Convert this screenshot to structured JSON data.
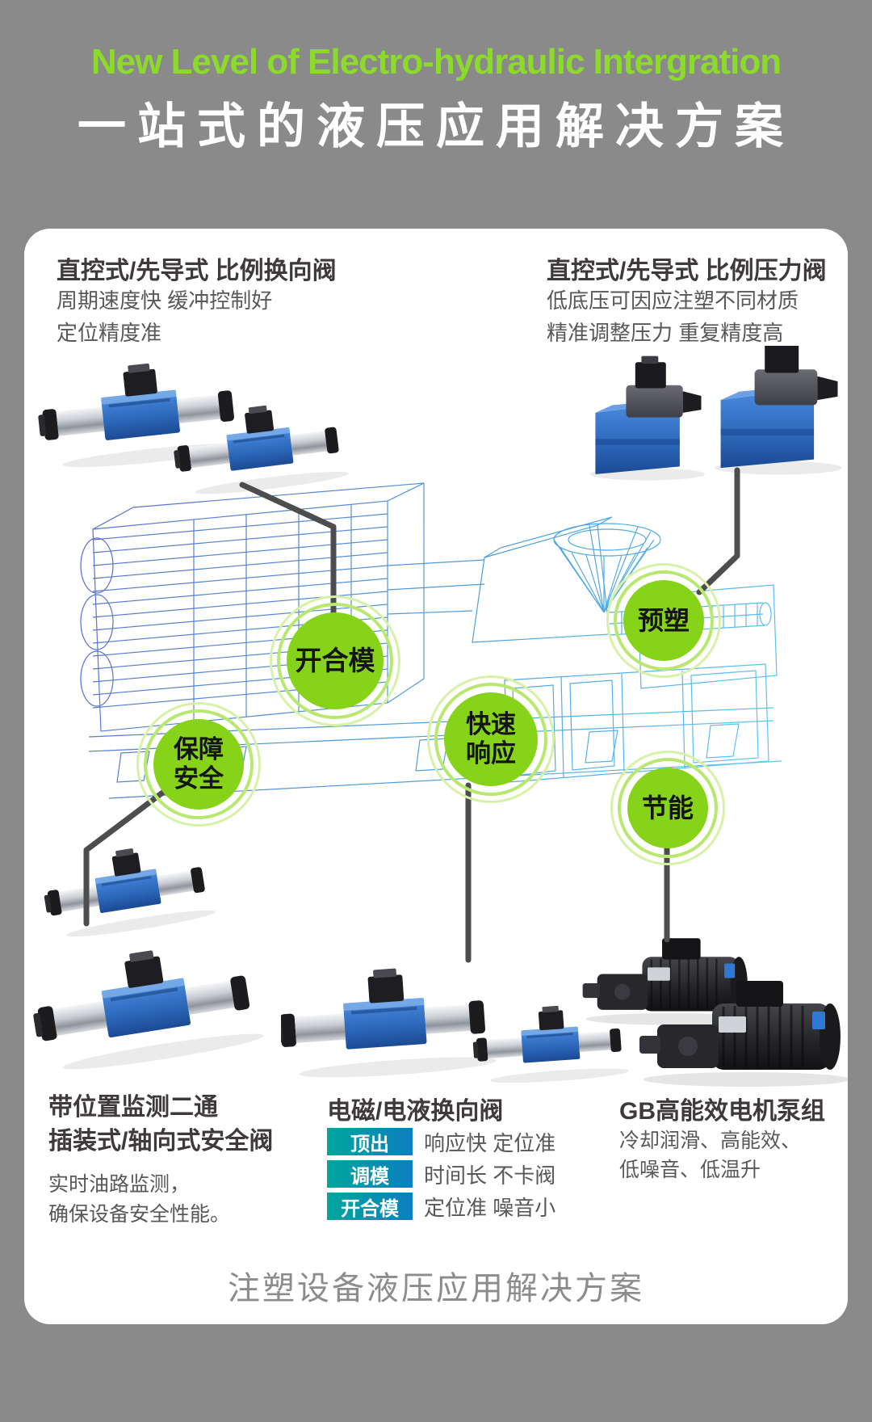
{
  "header": {
    "title_en": "New Level of Electro-hydraulic Intergration",
    "title_zh": "一站式的液压应用解决方案"
  },
  "sections": {
    "top_left": {
      "title": "直控式/先导式 比例换向阀",
      "line1": "周期速度快 缓冲控制好",
      "line2": "定位精度准"
    },
    "top_right": {
      "title": "直控式/先导式 比例压力阀",
      "line1": "低底压可因应注塑不同材质",
      "line2": "精准调整压力 重复精度高"
    },
    "bottom_left": {
      "title1": "带位置监测二通",
      "title2": "插装式/轴向式安全阀",
      "line1": "实时油路监测，",
      "line2": "确保设备安全性能。"
    },
    "bottom_middle": {
      "title": "电磁/电液换向阀",
      "rows": [
        {
          "tag": "顶出",
          "text": "响应快 定位准"
        },
        {
          "tag": "调模",
          "text": "时间长 不卡阀"
        },
        {
          "tag": "开合模",
          "text": "定位准 噪音小"
        }
      ]
    },
    "bottom_right": {
      "title": "GB高能效电机泵组",
      "line1": "冷却润滑、高能效、",
      "line2": "低噪音、低温升"
    }
  },
  "badges": {
    "mold": {
      "line1": "开合模",
      "line2": ""
    },
    "preplastic": {
      "line1": "预塑",
      "line2": ""
    },
    "fast_response": {
      "line1": "快速",
      "line2": "响应"
    },
    "safety": {
      "line1": "保障",
      "line2": "安全"
    },
    "energy_saving": {
      "line1": "节能",
      "line2": ""
    }
  },
  "footer": {
    "caption": "注塑设备液压应用解决方案"
  },
  "colors": {
    "background": "#8a8a8a",
    "accent_green": "#8cdb2b",
    "badge_green": "#87d319",
    "tag_gradient_start": "#00a79b",
    "tag_gradient_end": "#0d7ec1",
    "title_dark": "#3e3a39",
    "body_gray": "#595757",
    "footer_gray": "#8c8c8c"
  }
}
